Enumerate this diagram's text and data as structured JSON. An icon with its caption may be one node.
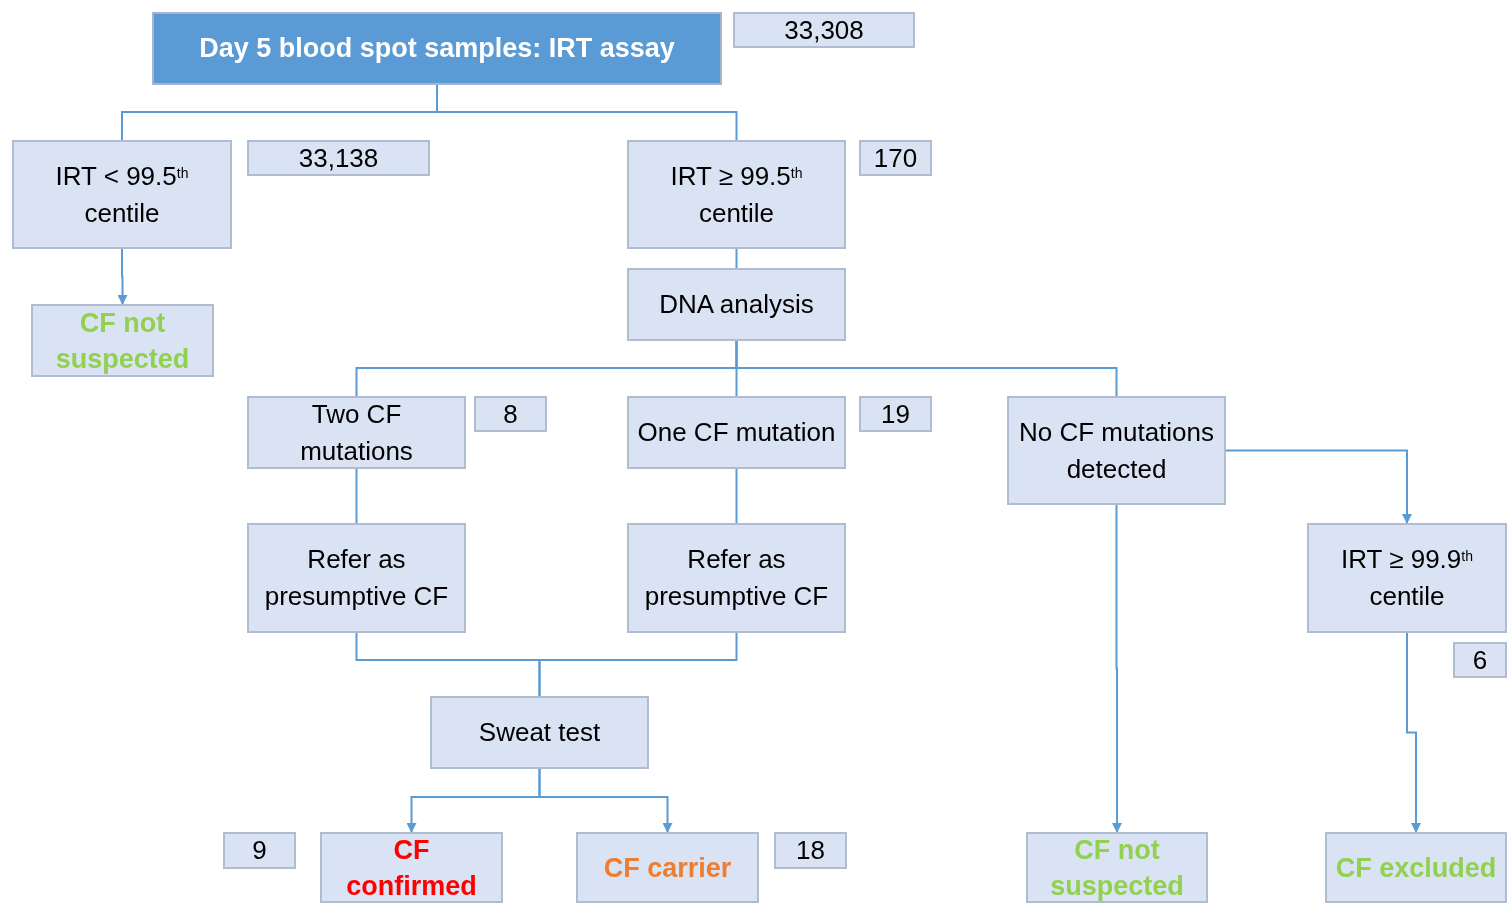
{
  "diagram": {
    "nodes": [
      {
        "text": [
          "Day 5 blood spot samples: IRT assay"
        ]
      },
      {
        "text": [
          "33,308"
        ]
      },
      {
        "text": [
          "IRT < 99.5$^{th}$ centile"
        ]
      },
      {
        "text": [
          "33,138"
        ]
      },
      {
        "text": [
          "IRT ≥ 99.5$^{th}$ centile"
        ]
      },
      {
        "text": [
          "170"
        ]
      },
      {
        "text": [
          "CF not suspected"
        ]
      },
      {
        "text": [
          "DNA analysis"
        ]
      },
      {
        "text": [
          "Two CF mutations"
        ]
      },
      {
        "text": [
          "8"
        ]
      },
      {
        "text": [
          "One CF mutation"
        ]
      },
      {
        "text": [
          "19"
        ]
      },
      {
        "text": [
          "No CF mutations detected"
        ]
      },
      {
        "text": [
          "Refer as presumptive CF"
        ]
      },
      {
        "text": [
          "Refer as presumptive CF"
        ]
      },
      {
        "text": [
          "IRT ≥ 99.9$^{th}$ centile"
        ]
      },
      {
        "text": [
          "6"
        ]
      },
      {
        "text": [
          "Sweat test"
        ]
      },
      {
        "text": [
          "9"
        ]
      },
      {
        "text": [
          "CF confirmed"
        ]
      },
      {
        "text": [
          "CF carrier"
        ]
      },
      {
        "text": [
          "18"
        ]
      },
      {
        "text": [
          "CF not suspected"
        ]
      },
      {
        "text": [
          "CF excluded"
        ]
      }
    ],
    "edges": [
      {
        "from": 0,
        "to": 2,
        "arrow": "none"
      },
      {
        "from": 0,
        "to": 4,
        "arrow": "none"
      },
      {
        "from": 2,
        "to": 6,
        "arrow": "to"
      },
      {
        "from": 4,
        "to": 7,
        "arrow": "none"
      },
      {
        "from": 7,
        "to": 8,
        "arrow": "none"
      },
      {
        "from": 7,
        "to": 10,
        "arrow": "none"
      },
      {
        "from": 7,
        "to": 12,
        "arrow": "none"
      },
      {
        "from": 8,
        "to": 13,
        "arrow": "none"
      },
      {
        "from": 10,
        "to": 14,
        "arrow": "none"
      },
      {
        "from": 12,
        "to": 15,
        "arrow": "to"
      },
      {
        "from": 12,
        "to": 22,
        "arrow": "to"
      },
      {
        "from": 13,
        "to": 17,
        "arrow": "none"
      },
      {
        "from": 14,
        "to": 17,
        "arrow": "none"
      },
      {
        "from": 17,
        "to": 19,
        "arrow": "to"
      },
      {
        "from": 17,
        "to": 20,
        "arrow": "to"
      },
      {
        "from": 15,
        "to": 23,
        "arrow": "to"
      }
    ]
  }
}
